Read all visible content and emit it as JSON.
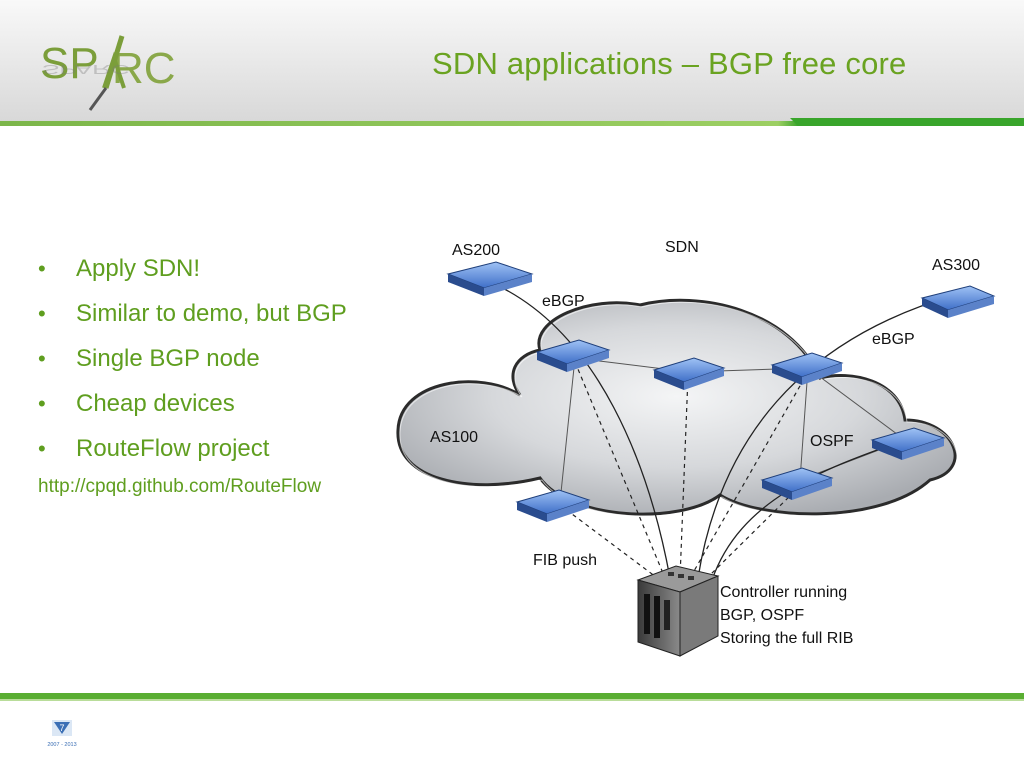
{
  "logo": {
    "text": "SPARC"
  },
  "title": "SDN applications – BGP free core",
  "bullets": [
    "Apply SDN!",
    "Similar to demo, but BGP",
    "Single BGP node",
    "Cheap devices",
    "RouteFlow project"
  ],
  "link": "http://cpqd.github.com/RouteFlow",
  "diagram": {
    "as200": "AS200",
    "sdn": "SDN",
    "as300": "AS300",
    "ebgp_left": "eBGP",
    "ebgp_right": "eBGP",
    "as100": "AS100",
    "ospf": "OSPF",
    "fib_push": "FIB push",
    "controller_line1": "Controller running",
    "controller_line2": "BGP, OSPF",
    "controller_line3": "Storing the full RIB"
  },
  "footer": {
    "logo_text": "2007 - 2013"
  },
  "colors": {
    "accent": "#6aa321",
    "bar_green": "#5aae32",
    "switch_blue": "#4f7fd6",
    "cloud_grey": "#c9cbce"
  }
}
